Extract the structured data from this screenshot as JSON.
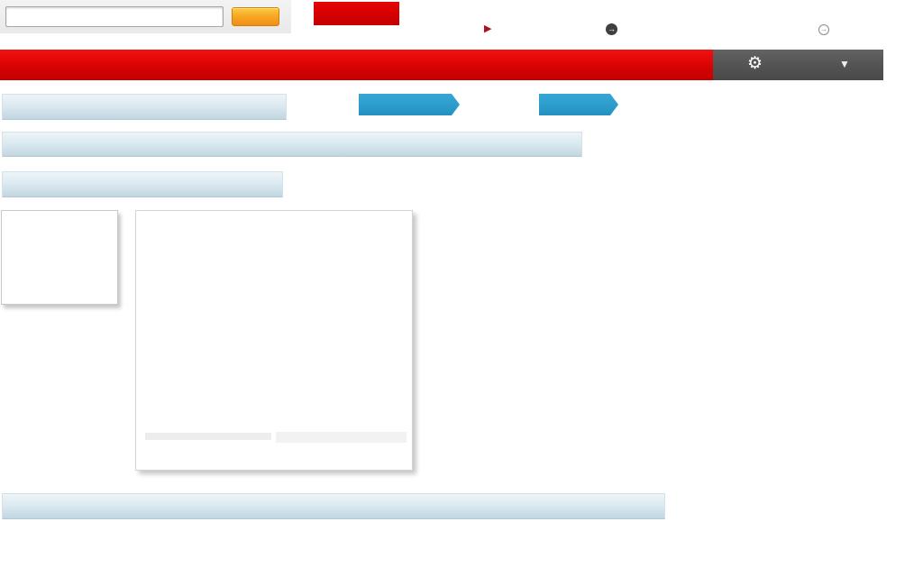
{
  "meta": {
    "page_background": "#ffffff"
  },
  "colors": {
    "brand_red": "#d40000",
    "nav_red_top": "#f21212",
    "nav_red_bottom": "#c30000",
    "orange_button_top": "#fecd3e",
    "orange_button_bottom": "#f08d18",
    "gray_panel": "#545454",
    "ribbon_blue": "#2d9ecd",
    "placeholder_blue_top": "#eef4f8",
    "placeholder_blue_bottom": "#c1d6e1",
    "bullet_red": "#b30d1e"
  },
  "header": {
    "search": {
      "value": "",
      "placeholder": ""
    },
    "search_button_label": "",
    "promo_button_label": "",
    "bullet_links": [
      {
        "name": "triangle-bullet",
        "glyph": "▶",
        "label": ""
      },
      {
        "name": "arrow-circle-filled",
        "glyph": "→",
        "label": ""
      },
      {
        "name": "arrow-circle-outline",
        "glyph": "→",
        "label": ""
      }
    ]
  },
  "navbar": {
    "gear_icon": "⚙",
    "caret_icon": "▼"
  },
  "ribbons": [
    {
      "label": ""
    },
    {
      "label": ""
    }
  ],
  "headings": [
    {
      "text": ""
    },
    {
      "text": ""
    },
    {
      "text": ""
    }
  ],
  "footer_bar": {
    "text": ""
  },
  "cards": [
    {
      "text": ""
    },
    {
      "text": ""
    }
  ]
}
